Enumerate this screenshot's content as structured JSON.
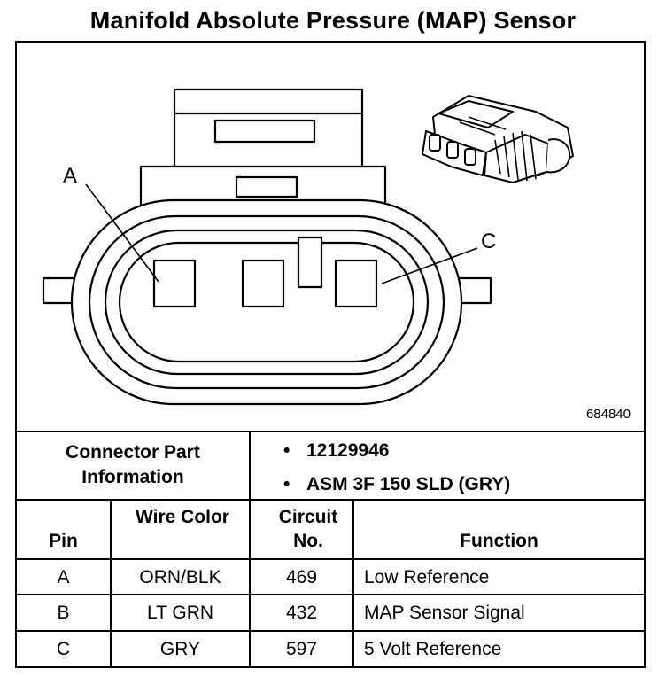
{
  "title": "Manifold Absolute Pressure (MAP) Sensor",
  "diagram": {
    "pin_labels": [
      "A",
      "C"
    ],
    "reference_number": "684840"
  },
  "connector_part_information": {
    "label": "Connector Part Information",
    "items": [
      "12129946",
      "ASM 3F 150 SLD (GRY)"
    ]
  },
  "pin_table": {
    "headers": {
      "pin": "Pin",
      "wire_color": "Wire Color",
      "circuit_no": "Circuit No.",
      "function": "Function"
    },
    "rows": [
      {
        "pin": "A",
        "wire_color": "ORN/BLK",
        "circuit": "469",
        "function": "Low Reference"
      },
      {
        "pin": "B",
        "wire_color": "LT GRN",
        "circuit": "432",
        "function": "MAP Sensor Signal"
      },
      {
        "pin": "C",
        "wire_color": "GRY",
        "circuit": "597",
        "function": "5 Volt Reference"
      }
    ]
  }
}
